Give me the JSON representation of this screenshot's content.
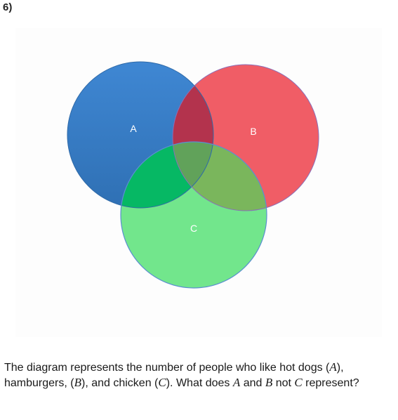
{
  "question": {
    "number": "6)",
    "text_parts": [
      {
        "t": "The diagram represents the number of people who like hot dogs ("
      },
      {
        "m": "A"
      },
      {
        "t": "), hamburgers, ("
      },
      {
        "m": "B"
      },
      {
        "t": "), and chicken ("
      },
      {
        "m": "C"
      },
      {
        "t": "). What does "
      },
      {
        "m": "A"
      },
      {
        "t": " and "
      },
      {
        "m": "B"
      },
      {
        "t": " not "
      },
      {
        "m": "C"
      },
      {
        "t": " represent?"
      }
    ]
  },
  "venn": {
    "labels": {
      "a": "A",
      "b": "B",
      "c": "C"
    },
    "colors": {
      "a": "#3f87d3",
      "b": "#f05d66",
      "c": "#72e68c",
      "ab": "#b3334d",
      "ac": "#06b864",
      "bc": "#7ab65c",
      "abc": "#61a25a"
    }
  }
}
